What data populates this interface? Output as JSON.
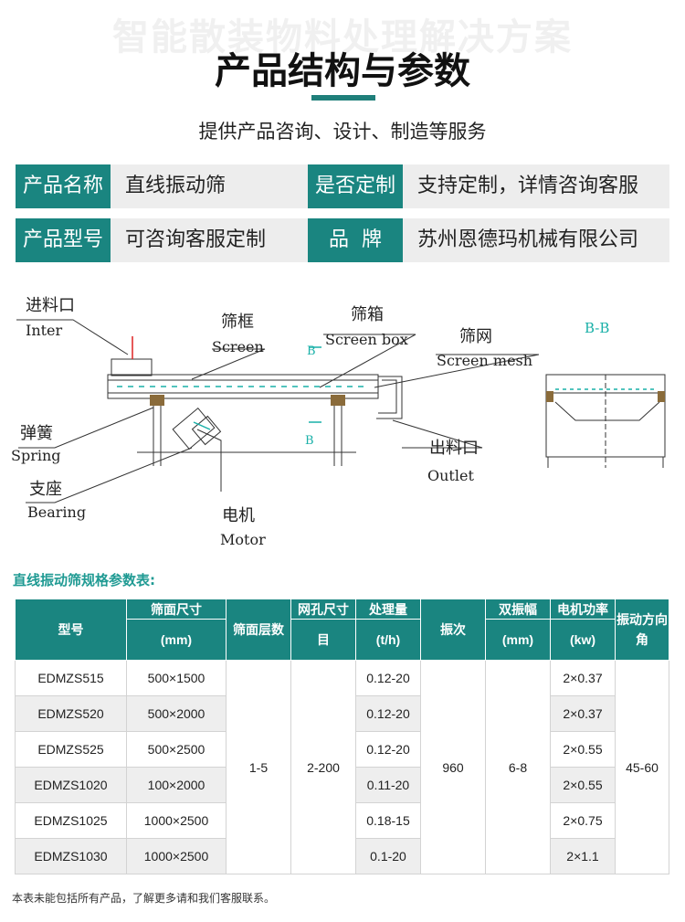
{
  "watermark": "智能散装物料处理解决方案",
  "title": "产品结构与参数",
  "subtitle": "提供产品咨询、设计、制造等服务",
  "info": {
    "name_label": "产品名称",
    "name_value": "直线振动筛",
    "custom_label": "是否定制",
    "custom_value": "支持定制，详情咨询客服",
    "model_label": "产品型号",
    "model_value": "可咨询客服定制",
    "brand_label": "品  牌",
    "brand_value": "苏州恩德玛机械有限公司"
  },
  "diagram": {
    "inlet_cn": "进料口",
    "inlet_en": "Inter",
    "frame_cn": "筛框",
    "frame_en": "Screen",
    "box_cn": "筛箱",
    "box_en": "Screen box",
    "mesh_cn": "筛网",
    "mesh_en": "Screen mesh",
    "spring_cn": "弹簧",
    "spring_en": "Spring",
    "bearing_cn": "支座",
    "bearing_en": "Bearing",
    "motor_cn": "电机",
    "motor_en": "Motor",
    "outlet_cn": "出料口",
    "outlet_en": "Outlet",
    "section_label": "B-B",
    "marker": "B"
  },
  "table": {
    "caption": "直线振动筛规格参数表:",
    "headers": {
      "model": "型号",
      "surface_size": "筛面尺寸",
      "surface_unit": "(mm)",
      "layers": "筛面层数",
      "mesh": "网孔尺寸",
      "mesh_unit": "目",
      "capacity": "处理量",
      "capacity_unit": "(t/h)",
      "frequency": "振次",
      "amplitude": "双振幅",
      "amplitude_unit": "(mm)",
      "power": "电机功率",
      "power_unit": "(kw)",
      "angle": "振动方向角"
    },
    "rows": [
      {
        "model": "EDMZS515",
        "size": "500×1500",
        "capacity": "0.12-20",
        "power": "2×0.37"
      },
      {
        "model": "EDMZS520",
        "size": "500×2000",
        "capacity": "0.12-20",
        "power": "2×0.37"
      },
      {
        "model": "EDMZS525",
        "size": "500×2500",
        "capacity": "0.12-20",
        "power": "2×0.55"
      },
      {
        "model": "EDMZS1020",
        "size": "100×2000",
        "capacity": "0.11-20",
        "power": "2×0.55"
      },
      {
        "model": "EDMZS1025",
        "size": "1000×2500",
        "capacity": "0.18-15",
        "power": "2×0.75"
      },
      {
        "model": "EDMZS1030",
        "size": "1000×2500",
        "capacity": "0.1-20",
        "power": "2×1.1"
      }
    ],
    "shared": {
      "layers": "1-5",
      "mesh": "2-200",
      "frequency": "960",
      "amplitude": "6-8",
      "angle": "45-60"
    }
  },
  "footnote": "本表未能包括所有产品，了解更多请和我们客服联系。"
}
